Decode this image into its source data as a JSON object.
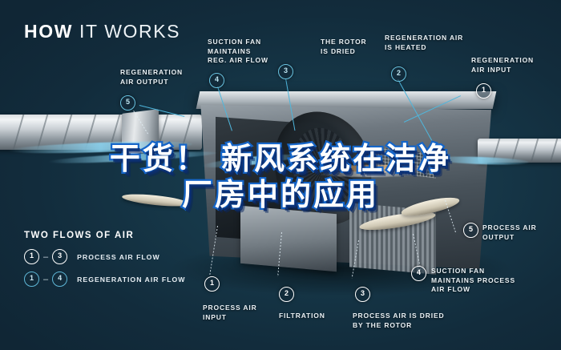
{
  "header": {
    "title_bold": "HOW",
    "title_light": "IT WORKS"
  },
  "overlay_headline": {
    "line1": "干货！ 新风系统在洁净",
    "line2": "厂房中的应用",
    "text_color": "#ffffff",
    "outline_color": "#1565c8"
  },
  "colors": {
    "background": "#12293a",
    "accent_cyan": "#69c3e0",
    "air_stream": "#8cd7f5",
    "hot_stream": "#fab96e",
    "text": "#eaf1f5"
  },
  "callouts": [
    {
      "id": "1",
      "number": "1",
      "label": "REGENERATION\nAIR INPUT",
      "badge_style": "white"
    },
    {
      "id": "2",
      "number": "2",
      "label": "REGENERATION AIR\nIS HEATED",
      "badge_style": "cyan"
    },
    {
      "id": "3",
      "number": "3",
      "label": "THE ROTOR\nIS DRIED",
      "badge_style": "cyan"
    },
    {
      "id": "4",
      "number": "4",
      "label": "SUCTION FAN\nMAINTAINS\nREG. AIR FLOW",
      "badge_style": "cyan"
    },
    {
      "id": "5",
      "number": "5",
      "label": "REGENERATION\nAIR OUTPUT",
      "badge_style": "cyan"
    },
    {
      "id": "6",
      "number": "1",
      "label": "PROCESS AIR\nINPUT",
      "badge_style": "white"
    },
    {
      "id": "7",
      "number": "2",
      "label": "FILTRATION",
      "badge_style": "white"
    },
    {
      "id": "8",
      "number": "3",
      "label": "PROCESS AIR IS DRIED\nBY THE ROTOR",
      "badge_style": "white"
    },
    {
      "id": "9",
      "number": "4",
      "label": "SUCTION FAN\nMAINTAINS PROCESS\nAIR FLOW",
      "badge_style": "white"
    },
    {
      "id": "10",
      "number": "5",
      "label": "PROCESS AIR\nOUTPUT",
      "badge_style": "white"
    }
  ],
  "legend": {
    "title": "TWO FLOWS OF AIR",
    "rows": [
      {
        "from": "1",
        "dash": "–",
        "to": "3",
        "label": "PROCESS AIR FLOW",
        "style": "white"
      },
      {
        "from": "1",
        "dash": "–",
        "to": "4",
        "label": "REGENERATION AIR FLOW",
        "style": "cyan"
      }
    ]
  },
  "diagram": {
    "name": "desiccant-dehumidifier-cutaway",
    "parts": [
      "inlet-duct",
      "rotor",
      "heater-mesh",
      "filter-panel",
      "fan-vanes",
      "outlet-duct"
    ]
  }
}
